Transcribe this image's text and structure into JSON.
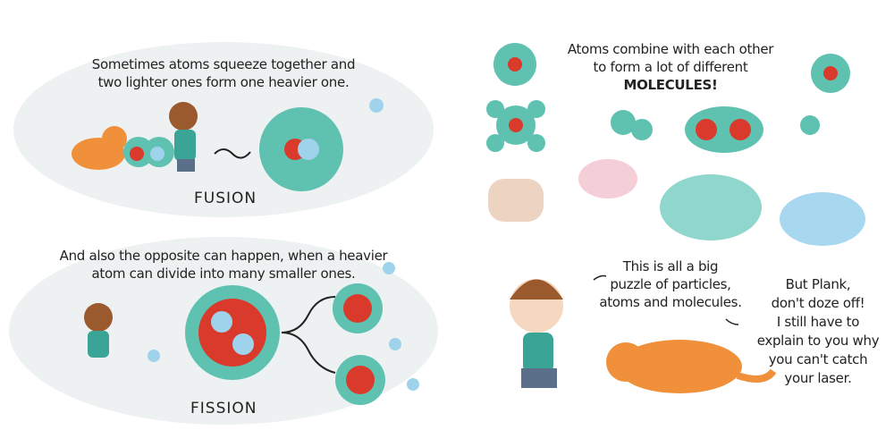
{
  "fusion": {
    "caption_line1": "Sometimes atoms squeeze together and",
    "caption_line2": "two lighter ones form one heavier one.",
    "label": "FUSION"
  },
  "fission": {
    "caption_line1": "And also the opposite can happen, when a heavier",
    "caption_line2": "atom can divide into many smaller ones.",
    "label": "FISSION"
  },
  "molecules": {
    "caption_line1": "Atoms combine with each other",
    "caption_line2": "to form a lot of different",
    "caption_emphasis": "MOLECULES!"
  },
  "girl_speech": {
    "line1": "This is all a big",
    "line2": "puzzle of particles,",
    "line3": "atoms and molecules."
  },
  "plank_speech": {
    "line1": "But Plank,",
    "line2": "don't doze off!",
    "line3": "I still have to",
    "line4": "explain to you why",
    "line5": "you can't catch",
    "line6": "your laser."
  },
  "colors": {
    "teal": "#5fc1b0",
    "bubble": "#eef1f1",
    "red": "#d93a2b",
    "orange": "#f0903a",
    "blue": "#9fd3ec"
  }
}
